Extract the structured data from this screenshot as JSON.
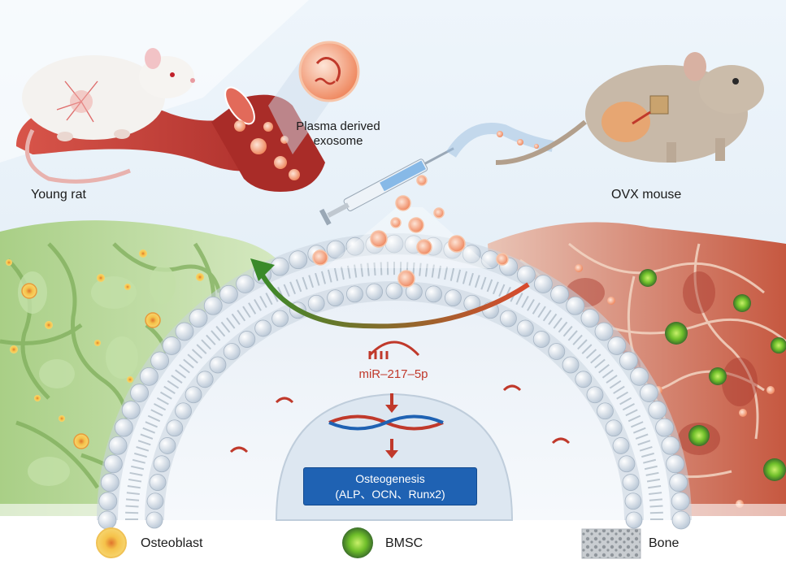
{
  "labels": {
    "young_rat": "Young rat",
    "ovx_mouse": "OVX mouse",
    "exosome_line1": "Plasma derived",
    "exosome_line2": "exosome",
    "mirna": "miR–217–5p",
    "osteogenesis_line1": "Osteogenesis",
    "osteogenesis_line2": "(ALP、OCN、Runx2)"
  },
  "legend": [
    {
      "label": "Osteoblast",
      "icon": "osteoblast-icon"
    },
    {
      "label": "BMSC",
      "icon": "bmsc-icon"
    },
    {
      "label": "Bone",
      "icon": "bone-texture-icon"
    }
  ],
  "colors": {
    "healthy_bone": "#b8d89a",
    "osteoporotic_bone": "#c8604a",
    "vessel": "#c23a34",
    "exosome": "#f3a07c",
    "mirna": "#c0392b",
    "osteogenesis_box": "#1f62b3",
    "arrow_start": "#d94a2e",
    "arrow_end": "#3a8a2a"
  }
}
